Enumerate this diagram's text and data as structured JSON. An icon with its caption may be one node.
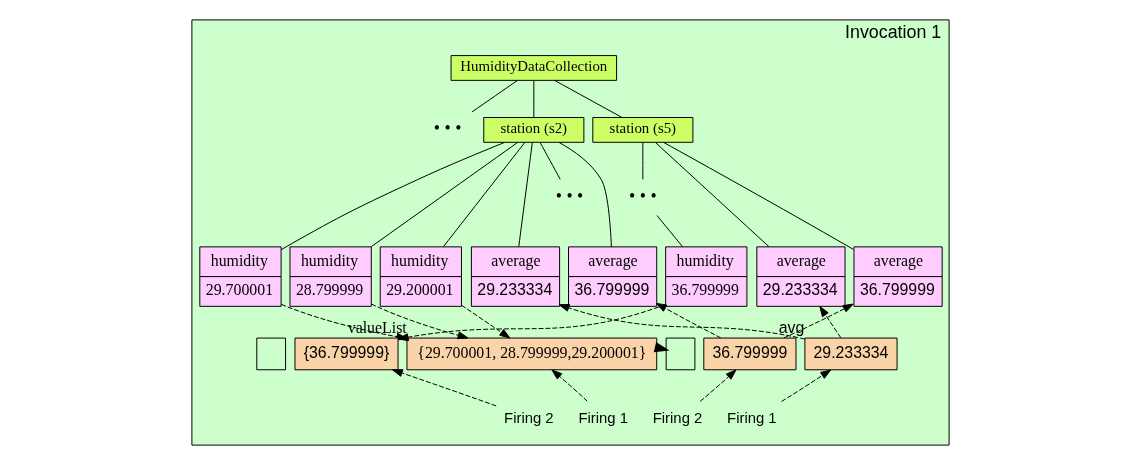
{
  "diagram": {
    "nodes": [
      {
        "text": [
          "Invocation 1"
        ]
      },
      {
        "text": [
          "HumidityDataCollection"
        ],
        "in": 0
      },
      {
        "text": [
          "• • •"
        ],
        "in": 0
      },
      {
        "text": [
          "station (s2)"
        ],
        "in": 0
      },
      {
        "text": [
          "station (s5)"
        ],
        "in": 0
      },
      {
        "text": [
          "• • •"
        ],
        "in": 0
      },
      {
        "text": [
          "• • •"
        ],
        "in": 0
      },
      {
        "text": [
          "humidity",
          "29.700001"
        ],
        "in": 0
      },
      {
        "text": [
          "humidity",
          "28.799999"
        ],
        "in": 0
      },
      {
        "text": [
          "humidity",
          "29.200001"
        ],
        "in": 0
      },
      {
        "text": [
          "average",
          "29.233334"
        ],
        "in": 0
      },
      {
        "text": [
          "average",
          "36.799999"
        ],
        "in": 0
      },
      {
        "text": [
          "humidity",
          "36.799999"
        ],
        "in": 0
      },
      {
        "text": [
          "average",
          "29.233334"
        ],
        "in": 0
      },
      {
        "text": [
          "average",
          "36.799999"
        ],
        "in": 0
      },
      {
        "text": [],
        "shape": "box",
        "in": 0
      },
      {
        "text": [
          "{36.799999}"
        ],
        "in": 0
      },
      {
        "text": [
          "{29.700001, 28.799999,29.200001}"
        ],
        "beside": [
          "valueList"
        ],
        "in": 0
      },
      {
        "text": [],
        "shape": "box",
        "in": 0
      },
      {
        "text": [
          "36.799999"
        ],
        "in": 0
      },
      {
        "text": [
          "29.233334"
        ],
        "beside": [
          "avg"
        ],
        "in": 0
      },
      {
        "text": [
          "Firing 2"
        ],
        "in": 0
      },
      {
        "text": [
          "Firing 1"
        ],
        "in": 0
      },
      {
        "text": [
          "Firing 2"
        ],
        "in": 0
      },
      {
        "text": [
          "Firing 1"
        ],
        "in": 0
      }
    ],
    "edges": [
      {
        "from": 1,
        "to": 2,
        "arrow": "none"
      },
      {
        "from": 1,
        "to": 3,
        "arrow": "none"
      },
      {
        "from": 1,
        "to": 4,
        "arrow": "none"
      },
      {
        "from": 3,
        "to": 5,
        "arrow": "none"
      },
      {
        "from": 3,
        "to": 7,
        "arrow": "none"
      },
      {
        "from": 3,
        "to": 8,
        "arrow": "none"
      },
      {
        "from": 3,
        "to": 9,
        "arrow": "none"
      },
      {
        "from": 3,
        "to": 10,
        "arrow": "none"
      },
      {
        "from": 3,
        "to": 11,
        "arrow": "none"
      },
      {
        "from": 4,
        "to": 6,
        "arrow": "none"
      },
      {
        "from": 6,
        "to": 12,
        "arrow": "none"
      },
      {
        "from": 4,
        "to": 13,
        "arrow": "none"
      },
      {
        "from": 4,
        "to": 14,
        "arrow": "none"
      },
      {
        "from": 7,
        "to": 17,
        "arrow": "to",
        "style": "dashed"
      },
      {
        "from": 8,
        "to": 17,
        "arrow": "to",
        "style": "dashed"
      },
      {
        "from": 9,
        "to": 17,
        "arrow": "to",
        "style": "dashed"
      },
      {
        "from": 12,
        "to": 16,
        "arrow": "to",
        "style": "dashed"
      },
      {
        "from": 20,
        "to": 10,
        "arrow": "to",
        "style": "dashed"
      },
      {
        "from": 19,
        "to": 11,
        "arrow": "to",
        "style": "dashed"
      },
      {
        "from": 20,
        "to": 13,
        "arrow": "to",
        "style": "dashed"
      },
      {
        "from": 19,
        "to": 14,
        "arrow": "to",
        "style": "dashed"
      },
      {
        "from": 17,
        "to": 18,
        "arrow": "to",
        "style": "thick"
      },
      {
        "from": 21,
        "to": 16,
        "arrow": "to",
        "style": "dashed"
      },
      {
        "from": 22,
        "to": 17,
        "arrow": "to",
        "style": "dashed"
      },
      {
        "from": 23,
        "to": 19,
        "arrow": "to",
        "style": "dashed"
      },
      {
        "from": 24,
        "to": 20,
        "arrow": "to",
        "style": "dashed"
      }
    ]
  }
}
